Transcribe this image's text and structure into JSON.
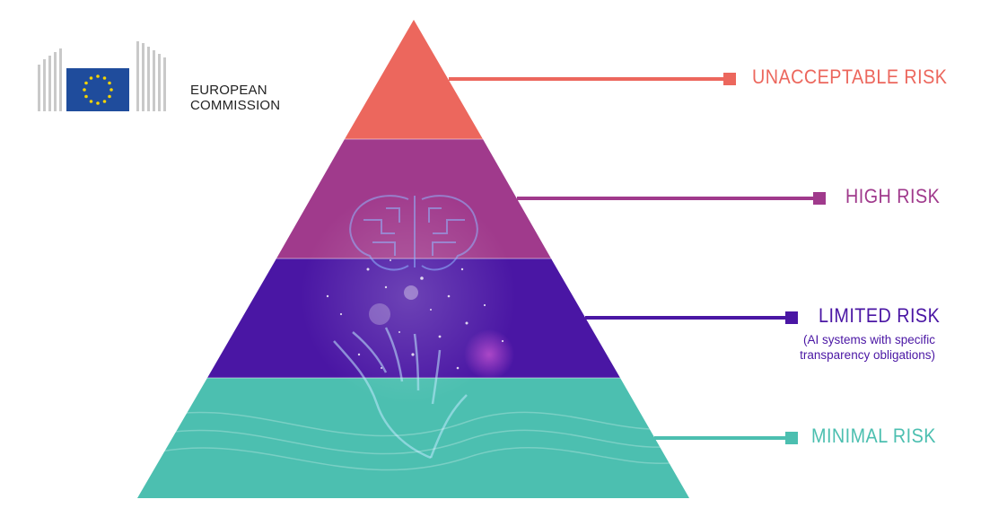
{
  "logo": {
    "line1": "EUROPEAN",
    "line2": "COMMISSION",
    "flag_color": "#1f4c9c",
    "star_color": "#f5d400"
  },
  "pyramid": {
    "levels": [
      {
        "id": "unacceptable",
        "label": "UNACCEPTABLE RISK",
        "color": "#ec675d",
        "subtext": ""
      },
      {
        "id": "high",
        "label": "HIGH RISK",
        "color": "#a03a8c",
        "subtext": ""
      },
      {
        "id": "limited",
        "label": "LIMITED RISK",
        "color": "#4a16a4",
        "subtext": "(AI systems with specific transparency obligations)"
      },
      {
        "id": "minimal",
        "label": "MINIMAL RISK",
        "color": "#4cbfb0",
        "subtext": ""
      }
    ]
  }
}
